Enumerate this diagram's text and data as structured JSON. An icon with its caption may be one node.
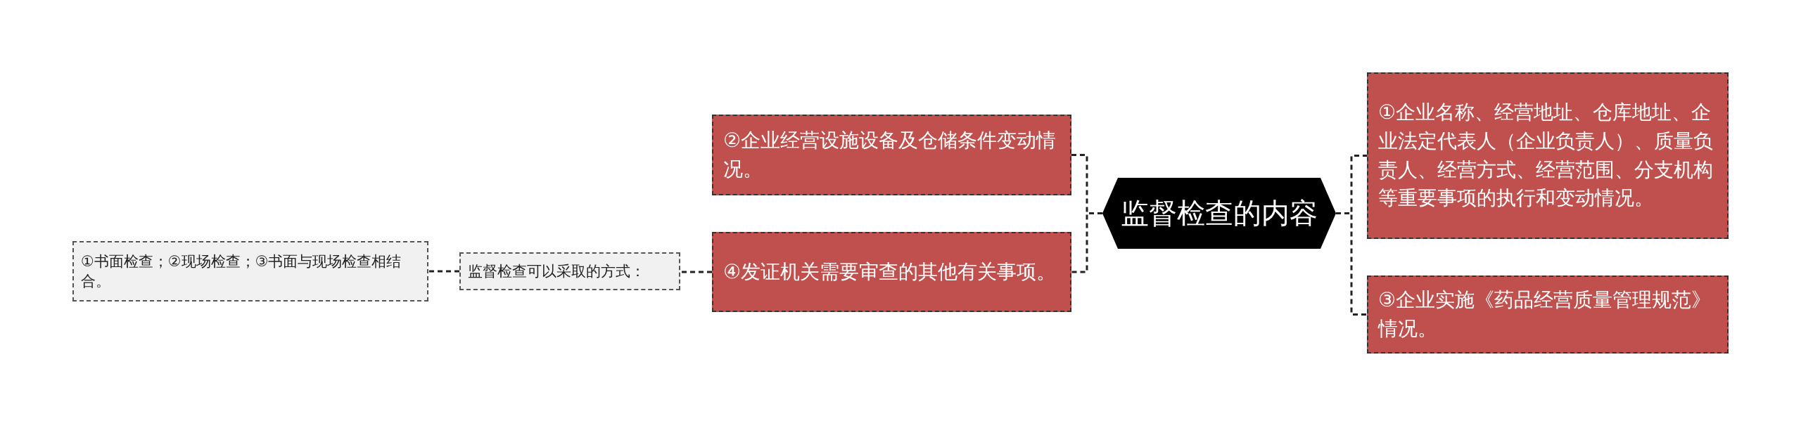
{
  "diagram": {
    "nodes": [
      {
        "text": [
          "监督检查的内容"
        ]
      },
      {
        "text": [
          "①企业名称、经营地址、仓库地址、企业法定代表人（企业负责人）、质量负责人、经营方式、经营范围、分支机构等重要事项的执行和变动情况。"
        ]
      },
      {
        "text": [
          "③企业实施《药品经营质量管理规范》情况。"
        ]
      },
      {
        "text": [
          "②企业经营设施设备及仓储条件变动情况。"
        ]
      },
      {
        "text": [
          "④发证机关需要审查的其他有关事项。"
        ]
      },
      {
        "text": [
          "监督检查可以采取的方式："
        ]
      },
      {
        "text": [
          "①书面检查；②现场检查；③书面与现场检查相结合。"
        ]
      }
    ],
    "edges": [
      {
        "from": 0,
        "to": 1,
        "arrow": "none"
      },
      {
        "from": 0,
        "to": 2,
        "arrow": "none"
      },
      {
        "from": 0,
        "to": 3,
        "arrow": "none"
      },
      {
        "from": 0,
        "to": 4,
        "arrow": "none"
      },
      {
        "from": 4,
        "to": 5,
        "arrow": "none"
      },
      {
        "from": 5,
        "to": 6,
        "arrow": "none"
      }
    ]
  }
}
